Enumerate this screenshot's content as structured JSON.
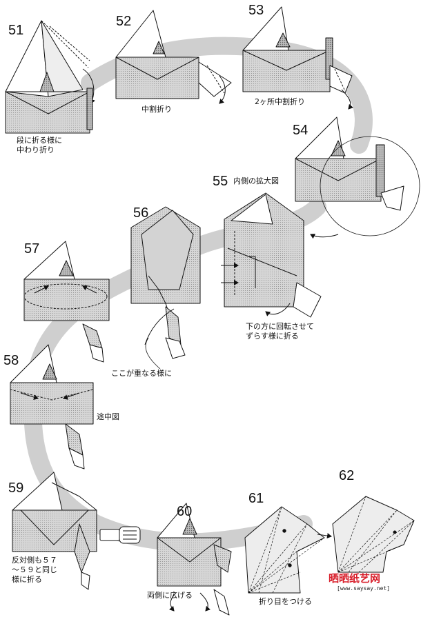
{
  "steps": [
    {
      "number": "51",
      "caption": [
        "段に折る様に",
        "中わり折り"
      ]
    },
    {
      "number": "52",
      "caption": [
        "中割折り"
      ]
    },
    {
      "number": "53",
      "caption": [
        "2ヶ所中割折り"
      ]
    },
    {
      "number": "54",
      "caption": []
    },
    {
      "number": "55",
      "caption": [
        "内側の拡大図"
      ]
    },
    {
      "number": "56",
      "caption": []
    },
    {
      "number": "57",
      "caption": []
    },
    {
      "number": "58",
      "caption": [
        "途中図"
      ]
    },
    {
      "number": "59",
      "caption": [
        "反対側も５７",
        "～５９と同じ",
        "様に折る"
      ]
    },
    {
      "number": "60",
      "caption": [
        "両側に広げる"
      ]
    },
    {
      "number": "61",
      "caption": [
        "折り目をつける"
      ]
    },
    {
      "number": "62",
      "caption": []
    }
  ],
  "notes": {
    "rotate_slide": [
      "下の方に回転させて",
      "ずらす様に折る"
    ],
    "overlap_here": "ここが重なる様に"
  },
  "watermark": {
    "brand": "晒晒纸艺网",
    "url": "[www.saysay.net]"
  },
  "colors": {
    "paper_face": "#d9d9d9",
    "paper_dark": "#bdbdbd",
    "paper_white": "#ffffff",
    "band": "#cfcfcf",
    "ink": "#111111",
    "watermark": "#d81e2a"
  }
}
